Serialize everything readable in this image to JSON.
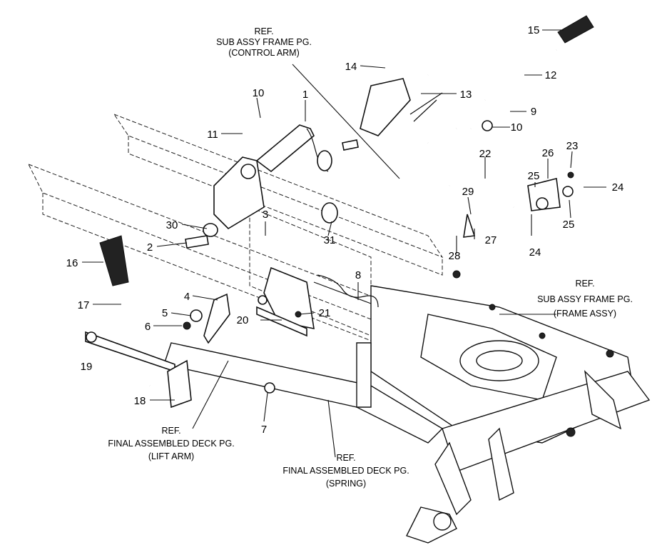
{
  "diagram": {
    "callouts": [
      "1",
      "2",
      "3",
      "4",
      "5",
      "6",
      "7",
      "8",
      "9",
      "10",
      "10",
      "11",
      "12",
      "13",
      "14",
      "15",
      "16",
      "17",
      "18",
      "19",
      "20",
      "21",
      "22",
      "23",
      "24",
      "24",
      "25",
      "25",
      "26",
      "27",
      "28",
      "29",
      "30",
      "31"
    ],
    "references": [
      {
        "lines": [
          "REF.",
          "SUB ASSY FRAME PG.",
          "(CONTROL ARM)"
        ]
      },
      {
        "lines": [
          "REF.",
          "SUB ASSY FRAME PG.",
          "(FRAME ASSY)"
        ]
      },
      {
        "lines": [
          "REF.",
          "FINAL ASSEMBLED DECK PG.",
          "(LIFT ARM)"
        ]
      },
      {
        "lines": [
          "REF.",
          "FINAL ASSEMBLED DECK PG.",
          "(SPRING)"
        ]
      }
    ]
  }
}
